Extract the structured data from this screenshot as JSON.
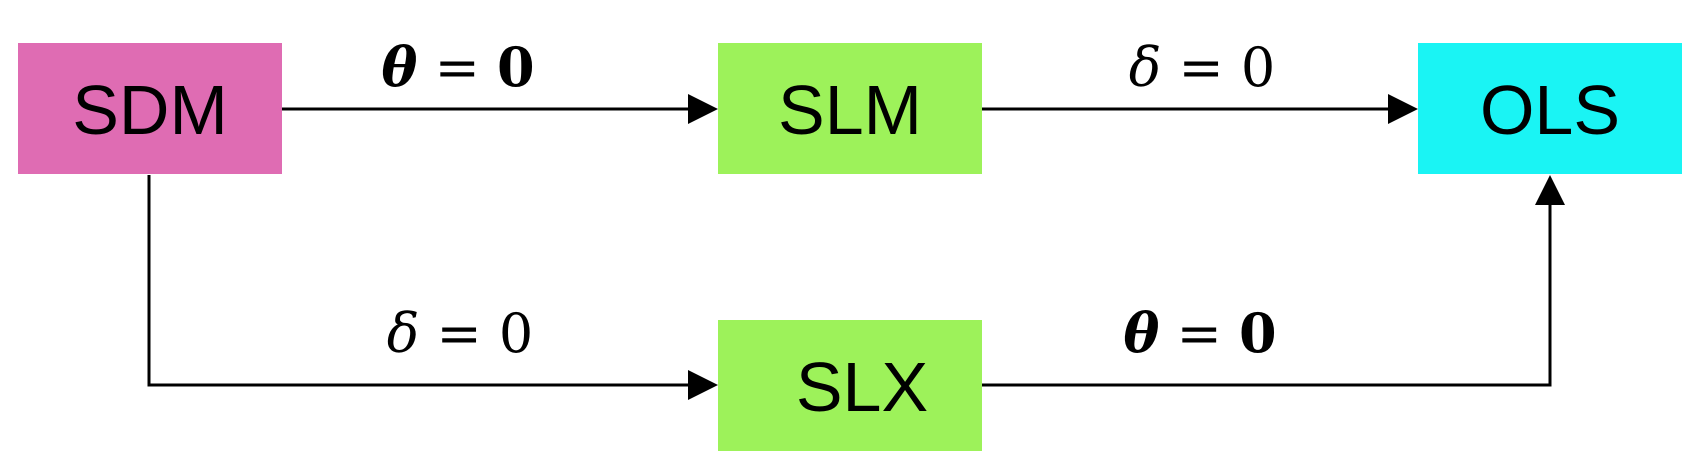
{
  "nodes": {
    "sdm": {
      "label": "SDM",
      "color": "#df6cb3"
    },
    "slm": {
      "label": "SLM",
      "color": "#9df25a"
    },
    "ols": {
      "label": "OLS",
      "color": "#1af4f4"
    },
    "slx": {
      "label": "SLX",
      "color": "#9df25a"
    }
  },
  "edges": {
    "sdm_to_slm": {
      "symbol": "θ",
      "operator": " = ",
      "value": "0"
    },
    "slm_to_ols": {
      "symbol": "δ",
      "operator": " = ",
      "value": "0"
    },
    "sdm_to_slx": {
      "symbol": "δ",
      "operator": " = ",
      "value": "0"
    },
    "slx_to_ols": {
      "symbol": "θ",
      "operator": " = ",
      "value": "0"
    }
  }
}
